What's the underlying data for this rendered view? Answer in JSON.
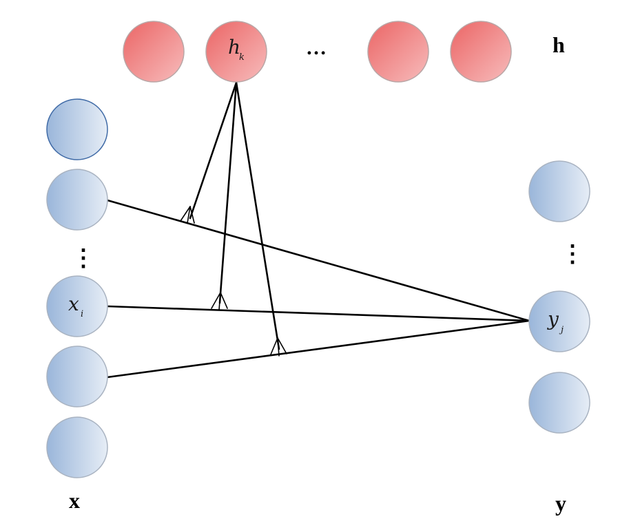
{
  "diagram": {
    "layer_labels": {
      "hidden": "h",
      "input": "x",
      "output": "y"
    },
    "node_labels": {
      "hidden_k": {
        "base": "h",
        "sub": "k"
      },
      "input_i": {
        "base": "x",
        "sub": "i"
      },
      "output_j": {
        "base": "y",
        "sub": "j"
      }
    },
    "ellipsis": {
      "horizontal": "…",
      "vertical": "⋮"
    },
    "colors": {
      "input_node_fill_dark": "#9db8dc",
      "input_node_fill_light": "#e4ecf6",
      "hidden_node_fill_dark": "#ec6b6b",
      "hidden_node_fill_light": "#f6b6b6",
      "edge": "#000000"
    }
  }
}
